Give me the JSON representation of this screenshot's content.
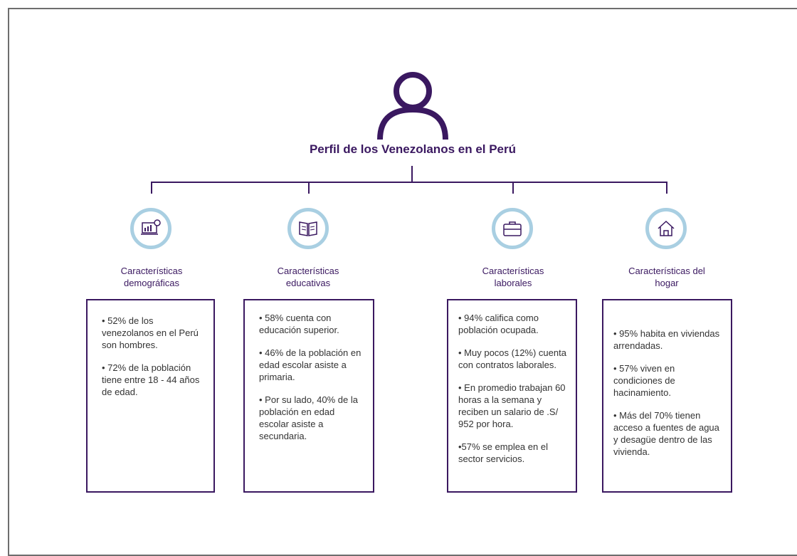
{
  "title": "Perfil de los Venezolanos en el Perú",
  "colors": {
    "purple": "#3a1860",
    "icon_ring": "#a9cfe2"
  },
  "categories": [
    {
      "label": "Características demográficas",
      "icon": "computer-chart-icon",
      "items": [
        "• 52% de los venezolanos en el Perú son hombres.",
        "• 72% de la población tiene  entre 18 - 44 años de edad."
      ]
    },
    {
      "label": "Características educativas",
      "icon": "book-icon",
      "items": [
        "• 58% cuenta con educación superior.",
        "• 46% de la población en edad escolar asiste a primaria.",
        "• Por su lado, 40% de la población en edad escolar asiste a secundaria."
      ]
    },
    {
      "label": "Características laborales",
      "icon": "briefcase-icon",
      "items": [
        "• 94% califica como población ocupada.",
        "• Muy pocos (12%) cuenta con contratos laborales.",
        "• En promedio trabajan 60 horas a la semana y reciben un salario de .S/ 952 por hora.",
        "•57% se emplea en el sector servicios."
      ]
    },
    {
      "label": "Características del hogar",
      "icon": "house-icon",
      "items": [
        "• 95% habita en viviendas arrendadas.",
        "• 57% viven en condiciones de hacinamiento.",
        "• Más del 70% tienen acceso a fuentes de agua y desagüe dentro de las vivienda."
      ]
    }
  ]
}
